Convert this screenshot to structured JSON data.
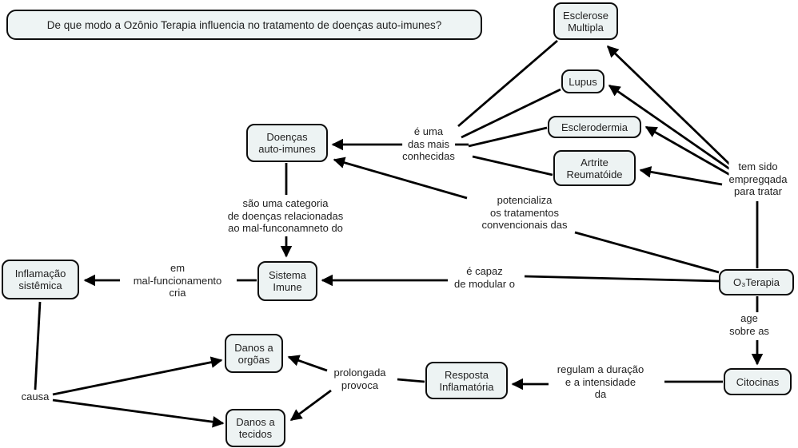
{
  "colors": {
    "background": "#ffffff",
    "node_fill": "#edf3f3",
    "node_border": "#0d0d0d",
    "connector": "#000000",
    "text": "#222222"
  },
  "question": "De que modo a Ozônio Terapia influencia no tratamento de doenças auto-imunes?",
  "concepts": {
    "esclerose_multipla": "Esclerose\nMultipla",
    "lupus": "Lupus",
    "esclerodermia": "Esclerodermia",
    "artrite_reumatoide": "Artrite\nReumatóide",
    "doencas_autoimunes": "Doenças\nauto-imunes",
    "inflamacao_sistemica": "Inflamação\nsistêmica",
    "sistema_imune": "Sistema\nImune",
    "o3_terapia": "O₃Terapia",
    "citocinas": "Citocinas",
    "resposta_inflamatoria": "Resposta\nInflamatória",
    "danos_orgaos": "Danos a\norgõas",
    "danos_tecidos": "Danos a\ntecidos"
  },
  "links": {
    "e_uma": "é uma\ndas mais\nconhecidas",
    "tem_sido": "tem sido\nempregqada\npara tratar",
    "sao_categoria": "são uma categoria\nde doenças relacionadas\nao mal-funconamneto do",
    "potencializa": "potencializa\nos tratamentos\nconvencionais das",
    "em_mal": "em\nmal-funcionamento\ncria",
    "e_capaz": "é capaz\nde modular o",
    "age": "age\nsobre as",
    "regulam": "regulam a duração\ne a intensidade\nda",
    "prolongada": "prolongada\nprovoca",
    "causa": "causa"
  }
}
